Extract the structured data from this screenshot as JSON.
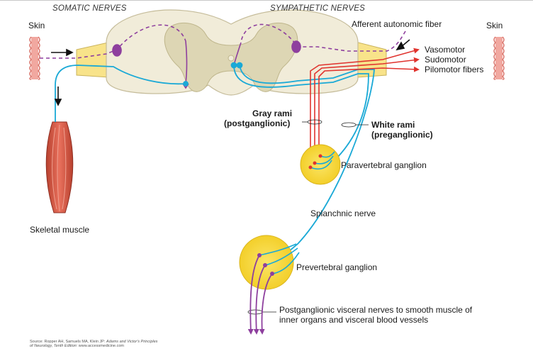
{
  "headers": {
    "somatic": "SOMATIC NERVES",
    "sympathetic": "SYMPATHETIC NERVES"
  },
  "labels": {
    "skin_left": "Skin",
    "skin_right": "Skin",
    "afferent": "Afferent autonomic fiber",
    "vasomotor": "Vasomotor",
    "sudomotor": "Sudomotor",
    "pilomotor": "Pilomotor fibers",
    "gray_rami_1": "Gray rami",
    "gray_rami_2": "(postganglionic)",
    "white_rami_1": "White rami",
    "white_rami_2": "(preganglionic)",
    "paravertebral": "Paravertebral ganglion",
    "splanchnic": "Splanchnic nerve",
    "prevertebral": "Prevertebral ganglion",
    "skeletal_muscle": "Skeletal muscle",
    "postganglionic_1": "Postganglionic visceral nerves to smooth muscle of",
    "postganglionic_2": "inner organs and visceral blood vessels"
  },
  "source": {
    "line1_prefix": "Source: Ropper AH, Samuels MA, Klein JP: ",
    "line1_title": "Adams and Victor's Principles",
    "line2_title": "of Neurology, Tenth Edition",
    "line2_suffix": ": www.accessmedicine.com"
  },
  "colors": {
    "sensory_purple": "#8e3f9e",
    "motor_cyan": "#1aa9d6",
    "sympathetic_red": "#e0332e",
    "ganglion_yellow": "#f7d93a",
    "nerve_yellow": "#f8e38a",
    "cord_cream": "#f1ecd9",
    "gray_matter": "#ddd6b4",
    "skin_pink": "#f1a8a0",
    "muscle_red": "#d85a4a"
  }
}
